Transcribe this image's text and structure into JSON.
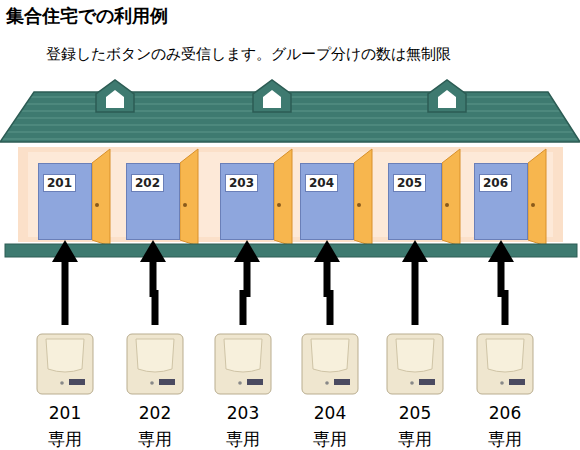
{
  "diagram": {
    "title": "集合住宅での利用例",
    "nodes": [
      {
        "text": [
          "201"
        ]
      },
      {
        "text": [
          "202"
        ]
      },
      {
        "text": [
          "203"
        ]
      },
      {
        "text": [
          "204"
        ]
      },
      {
        "text": [
          "205"
        ]
      },
      {
        "text": [
          "206"
        ]
      },
      {
        "text": [
          "201 専用"
        ]
      },
      {
        "text": [
          "202 専用"
        ]
      },
      {
        "text": [
          "203 専用"
        ]
      },
      {
        "text": [
          "204 専用"
        ]
      },
      {
        "text": [
          "205 専用"
        ]
      },
      {
        "text": [
          "206 専用"
        ]
      }
    ],
    "edges": [
      {
        "from": 6,
        "to": 0,
        "arrow": "to"
      },
      {
        "from": 7,
        "to": 1,
        "arrow": "to"
      },
      {
        "from": 8,
        "to": 2,
        "arrow": "to"
      },
      {
        "from": 9,
        "to": 3,
        "arrow": "to"
      },
      {
        "from": 10,
        "to": 4,
        "arrow": "to"
      },
      {
        "from": 11,
        "to": 5,
        "arrow": "to"
      }
    ],
    "labels": [
      "登録したボタンのみ受信します。グループ分けの数は無制限"
    ]
  }
}
